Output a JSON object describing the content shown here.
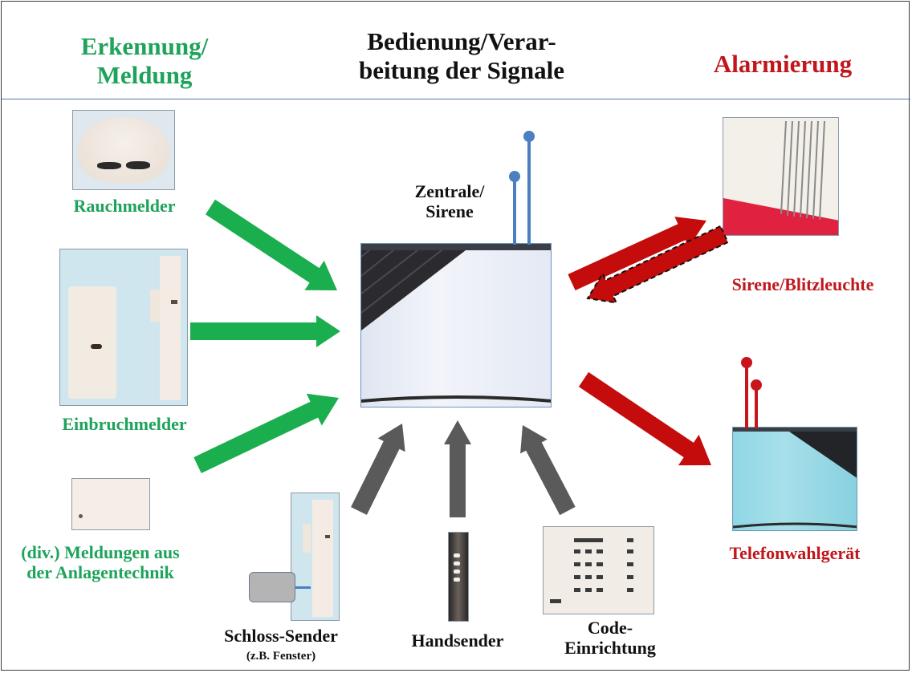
{
  "headers": {
    "detection": {
      "line1": "Erkennung/",
      "line2": "Meldung",
      "color": "#1da35a"
    },
    "processing": {
      "line1": "Bedienung/Verar-",
      "line2": "beitung der Signale",
      "color": "#111111"
    },
    "alarm": {
      "line1": "Alarmierung",
      "color": "#c0161c"
    }
  },
  "detectors": {
    "smoke": {
      "label": "Rauchmelder"
    },
    "intrusion": {
      "label": "Einbruchmelder"
    },
    "technical": {
      "line1": "(div.) Meldungen aus",
      "line2": "der Anlagentechnik"
    }
  },
  "central": {
    "line1": "Zentrale/",
    "line2": "Sirene"
  },
  "controls": {
    "lock_sender": {
      "label": "Schloss-Sender",
      "sublabel": "(z.B. Fenster)"
    },
    "hand_sender": {
      "label": "Handsender"
    },
    "code_unit": {
      "line1": "Code-",
      "line2": "Einrichtung"
    }
  },
  "alarms": {
    "siren": {
      "label": "Sirene/Blitzleuchte"
    },
    "dialer": {
      "label": "Telefonwahlgerät"
    }
  },
  "colors": {
    "detect_arrow": "#1aae4e",
    "control_arrow": "#5a5a5a",
    "alarm_arrow": "#c40c0c",
    "antenna_blue": "#4a7fc1",
    "antenna_red": "#c8141a"
  }
}
